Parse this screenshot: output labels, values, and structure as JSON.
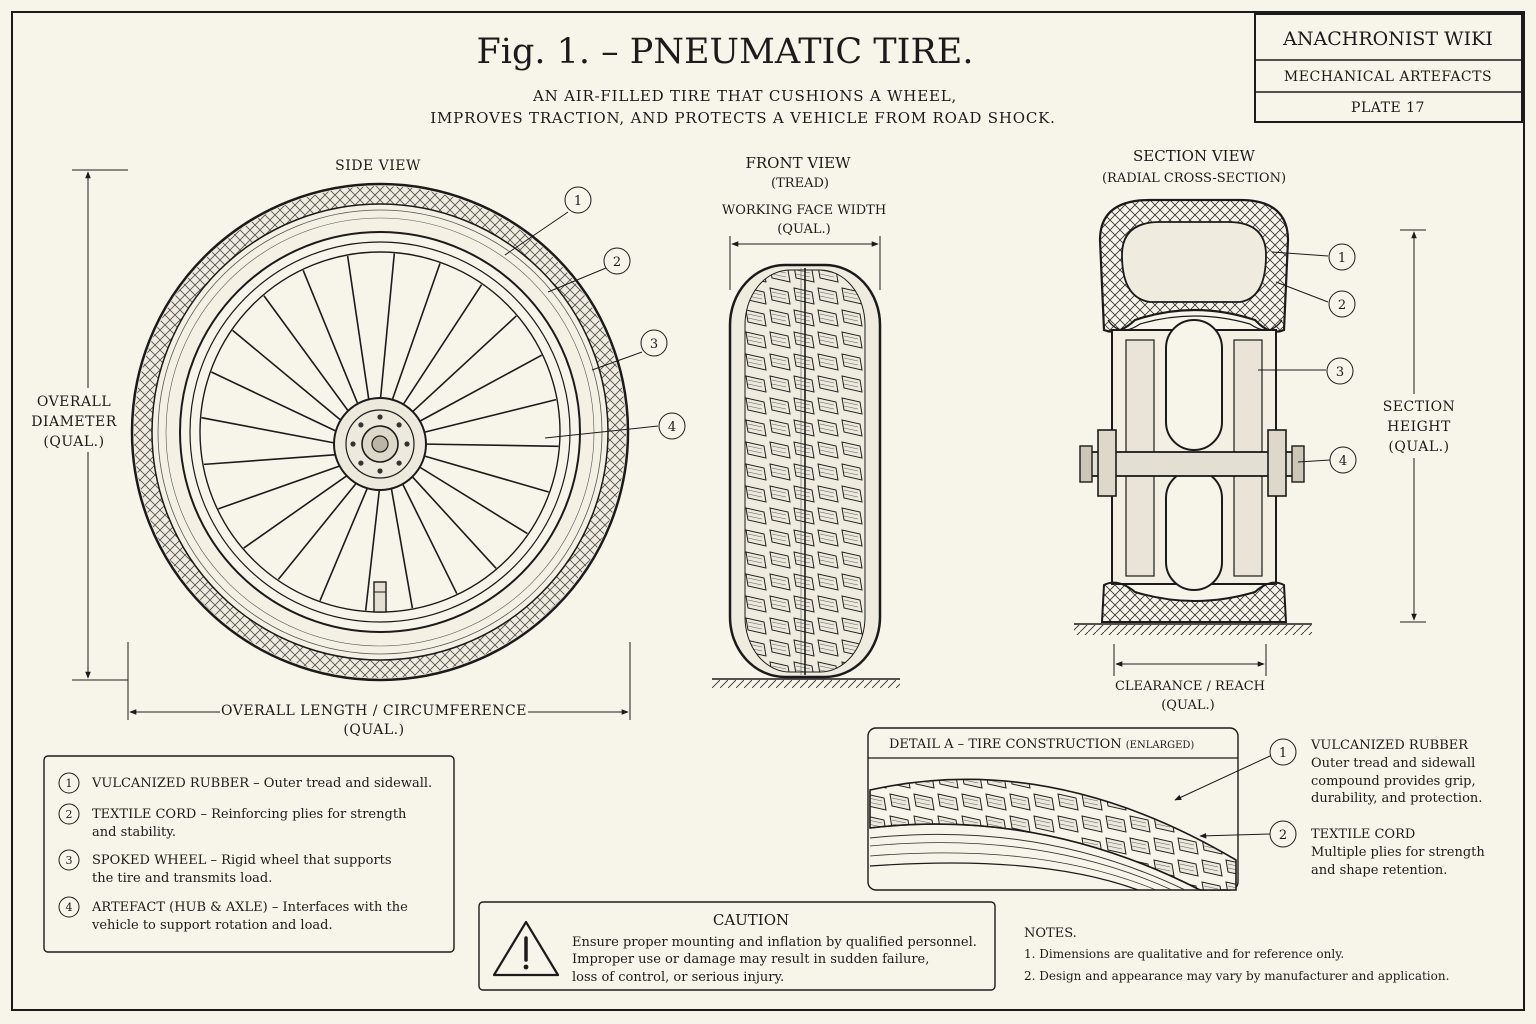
{
  "title_block": {
    "wiki": "ANACHRONIST WIKI",
    "category": "MECHANICAL ARTEFACTS",
    "plate": "PLATE 17"
  },
  "title": "Fig. 1. – PNEUMATIC TIRE.",
  "subtitle": [
    "AN AIR-FILLED TIRE THAT CUSHIONS A WHEEL,",
    "IMPROVES TRACTION, AND PROTECTS A VEHICLE FROM ROAD SHOCK."
  ],
  "side_view": {
    "title": "SIDE VIEW",
    "diameter_label": [
      "OVERALL",
      "DIAMETER",
      "(QUAL.)"
    ],
    "length_label": "OVERALL LENGTH / CIRCUMFERENCE",
    "length_qual": "(QUAL.)",
    "callouts": [
      "1",
      "2",
      "3",
      "4"
    ]
  },
  "front_view": {
    "title": "FRONT VIEW",
    "subtitle": "(TREAD)",
    "width_label": "WORKING FACE WIDTH",
    "width_qual": "(QUAL.)"
  },
  "section_view": {
    "title": "SECTION VIEW",
    "subtitle": "(RADIAL CROSS-SECTION)",
    "height_label": [
      "SECTION",
      "HEIGHT",
      "(QUAL.)"
    ],
    "clearance_label": "CLEARANCE / REACH",
    "clearance_qual": "(QUAL.)",
    "callouts": [
      "1",
      "2",
      "3",
      "4"
    ]
  },
  "legend": [
    {
      "num": "1",
      "name": "VULCANIZED RUBBER",
      "lines": [
        "– Outer tread and sidewall."
      ]
    },
    {
      "num": "2",
      "name": "TEXTILE CORD",
      "lines": [
        "– Reinforcing plies for strength",
        "and stability."
      ]
    },
    {
      "num": "3",
      "name": "SPOKED WHEEL",
      "lines": [
        "– Rigid wheel that supports",
        "the tire and transmits load."
      ]
    },
    {
      "num": "4",
      "name": "ARTEFACT (HUB & AXLE)",
      "lines": [
        "– Interfaces with the",
        "vehicle to support rotation and load."
      ]
    }
  ],
  "detail": {
    "title": "DETAIL A – TIRE CONSTRUCTION",
    "title_note": "(ENLARGED)",
    "items": [
      {
        "num": "1",
        "name": "VULCANIZED RUBBER",
        "lines": [
          "Outer tread and sidewall",
          "compound provides grip,",
          "durability, and protection."
        ]
      },
      {
        "num": "2",
        "name": "TEXTILE CORD",
        "lines": [
          "Multiple plies for strength",
          "and shape retention."
        ]
      }
    ]
  },
  "caution": {
    "title": "CAUTION",
    "lines": [
      "Ensure proper mounting and inflation by qualified personnel.",
      "Improper use or damage may result in sudden failure,",
      "loss of control, or serious injury."
    ]
  },
  "notes": {
    "title": "NOTES.",
    "items": [
      "1.  Dimensions are qualitative and for reference only.",
      "2.  Design and appearance may vary by manufacturer and application."
    ]
  }
}
